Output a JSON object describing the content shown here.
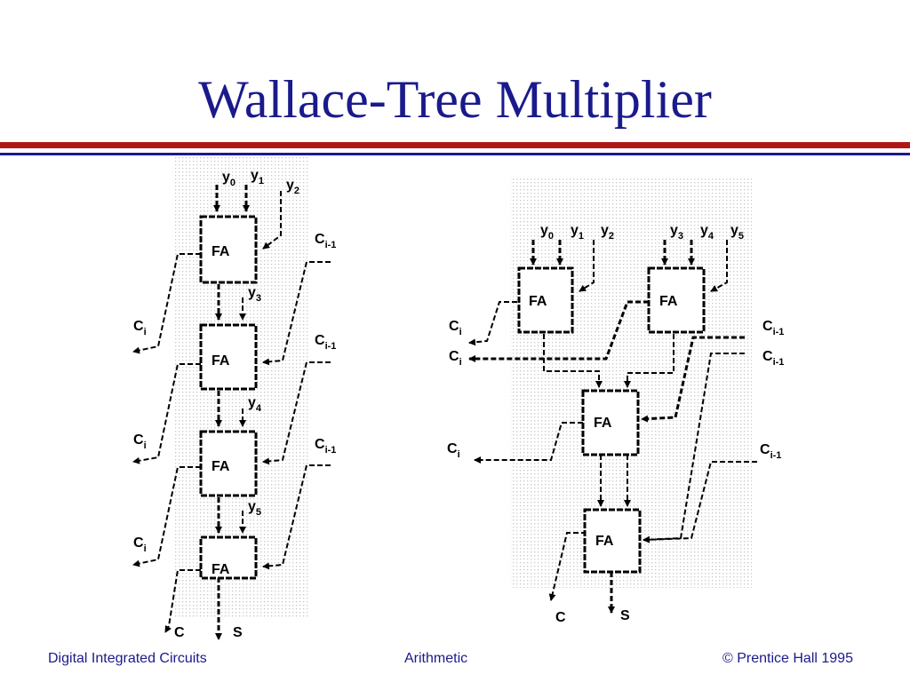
{
  "slide": {
    "title": "Wallace-Tree Multiplier"
  },
  "footer": {
    "left": "Digital Integrated Circuits",
    "center": "Arithmetic",
    "right": "© Prentice Hall 1995"
  },
  "diagram": {
    "block_label": "FA",
    "carry_in": {
      "base": "C",
      "sub": "i-1"
    },
    "carry_out": {
      "base": "C",
      "sub": "i"
    },
    "inputs": [
      {
        "base": "y",
        "sub": "0"
      },
      {
        "base": "y",
        "sub": "1"
      },
      {
        "base": "y",
        "sub": "2"
      },
      {
        "base": "y",
        "sub": "3"
      },
      {
        "base": "y",
        "sub": "4"
      },
      {
        "base": "y",
        "sub": "5"
      }
    ],
    "output_carry": "C",
    "output_sum": "S"
  }
}
